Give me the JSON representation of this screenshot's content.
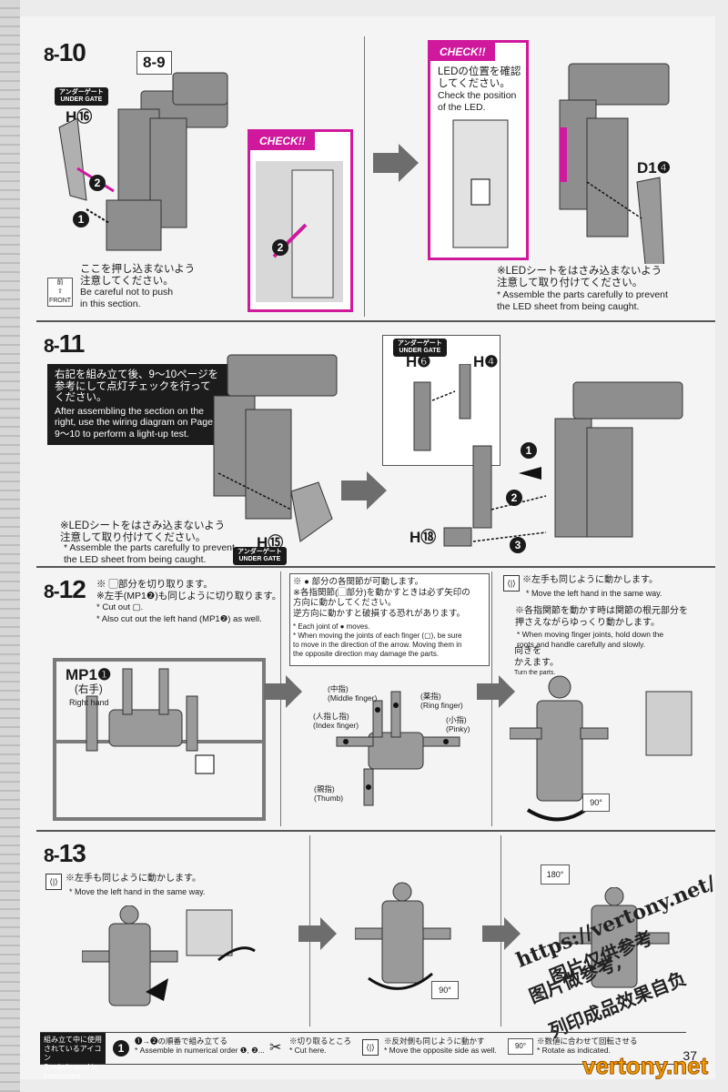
{
  "page_number": "37",
  "colors": {
    "check_magenta": "#d0189c",
    "part_gray": "#8e8e8e",
    "black_box": "#1c1c1c"
  },
  "s810": {
    "step": "8-",
    "step_no": "10",
    "ref_step": "8-9",
    "under_gate": "アンダーゲート\nUNDER GATE",
    "part_h16": "H⑯",
    "push_note_jp": "ここを押し込まないよう\n注意してください。",
    "push_note_en": "Be careful not to push\nin this section.",
    "front_label": "FRONT",
    "front_jp": "前",
    "check1": "CHECK!!",
    "check2": "CHECK!!",
    "led_check_jp": "LEDの位置を確認\nしてください。",
    "led_check_en": "Check the position\nof the LED.",
    "part_d14": "D1❹",
    "led_sheet_jp": "※LEDシートをはさみ込まないよう\n注意して取り付けてください。",
    "led_sheet_en": "* Assemble the parts carefully to prevent\nthe LED sheet from being caught."
  },
  "s811": {
    "step": "8-",
    "step_no": "11",
    "black_jp": "右記を組み立て後、9～10ページを\n参考にして点灯チェックを行って\nください。",
    "black_en": "After assembling the section on the\nright, use the wiring diagram on Page\n9～10 to perform a light-up test.",
    "led_sheet_jp": "※LEDシートをはさみ込まないよう\n注意して取り付けてください。",
    "led_sheet_en": "* Assemble the parts carefully to prevent\nthe LED sheet from being caught.",
    "part_h15": "H⑮",
    "under_gate": "アンダーゲート\nUNDER GATE",
    "under_gate2": "アンダーゲート\nUNDER GATE",
    "part_h6": "H❻",
    "part_h4": "H❹",
    "part_h18": "H⑱"
  },
  "s812": {
    "step": "8-",
    "step_no": "12",
    "cut_jp": "※ ▢部分を切り取ります。\n※左手(MP1❷)も同じように切り取ります。",
    "cut_en": "* Cut out ▢.\n* Also cut out the left hand (MP1❷) as well.",
    "joint_jp": "※ ● 部分の各関節が可動します。\n※各指関節(▢部分)を動かすときは必ず矢印の\n方向に動かしてください。\n逆方向に動かすと破損する恐れがあります。",
    "joint_en": "* Each joint of  ●  moves.\n* When moving the joints of each finger (▢), be sure\nto move in the direction of the arrow. Moving them in\nthe opposite direction may damage the parts.",
    "left_same_jp": "※左手も同じように動かします。",
    "left_same_en": "* Move the left hand in the same way.",
    "finger_root_jp": "※各指関節を動かす時は関節の根元部分を\n押さえながらゆっくり動かします。",
    "finger_root_en": "* When moving finger joints, hold down the\nroots and handle carefully and slowly.",
    "mp1": "MP1❶",
    "right_hand_jp": "(右手)",
    "right_hand_en": "Right hand",
    "middle": "(中指)\n(Middle finger)",
    "ring": "(薬指)\n(Ring finger)",
    "index": "(人指し指)\n(Index finger)",
    "pinky": "(小指)\n(Pinky)",
    "thumb": "(親指)\n(Thumb)",
    "turn_jp": "向きを\nかえます。",
    "turn_en": "Turn the parts.",
    "deg90": "90°"
  },
  "s813": {
    "step": "8-",
    "step_no": "13",
    "left_same_jp": "※左手も同じように動かします。",
    "left_same_en": "* Move the left hand in the same way.",
    "deg90": "90°",
    "deg180": "180°"
  },
  "legend": {
    "head": "組み立て中に使用\nされているアイコン\nSymbols used in instructions",
    "c1": "❶→❷の順番で組み立てる\n* Assemble in numerical order ❶, ❷...",
    "c2": "※切り取るところ\n* Cut here.",
    "c3": "※反対側も同じように動かす\n* Move the opposite side as well.",
    "c4": "※数値に合わせて回転させる\n* Rotate as indicated.",
    "icon_num": "1",
    "icon_deg": "90°"
  },
  "watermark": {
    "url": "https://vertony.net/",
    "line2": "图片仅供参考",
    "line3": "图片做参考,",
    "line4": "列印成品效果自负",
    "brand": "vertony.net"
  }
}
